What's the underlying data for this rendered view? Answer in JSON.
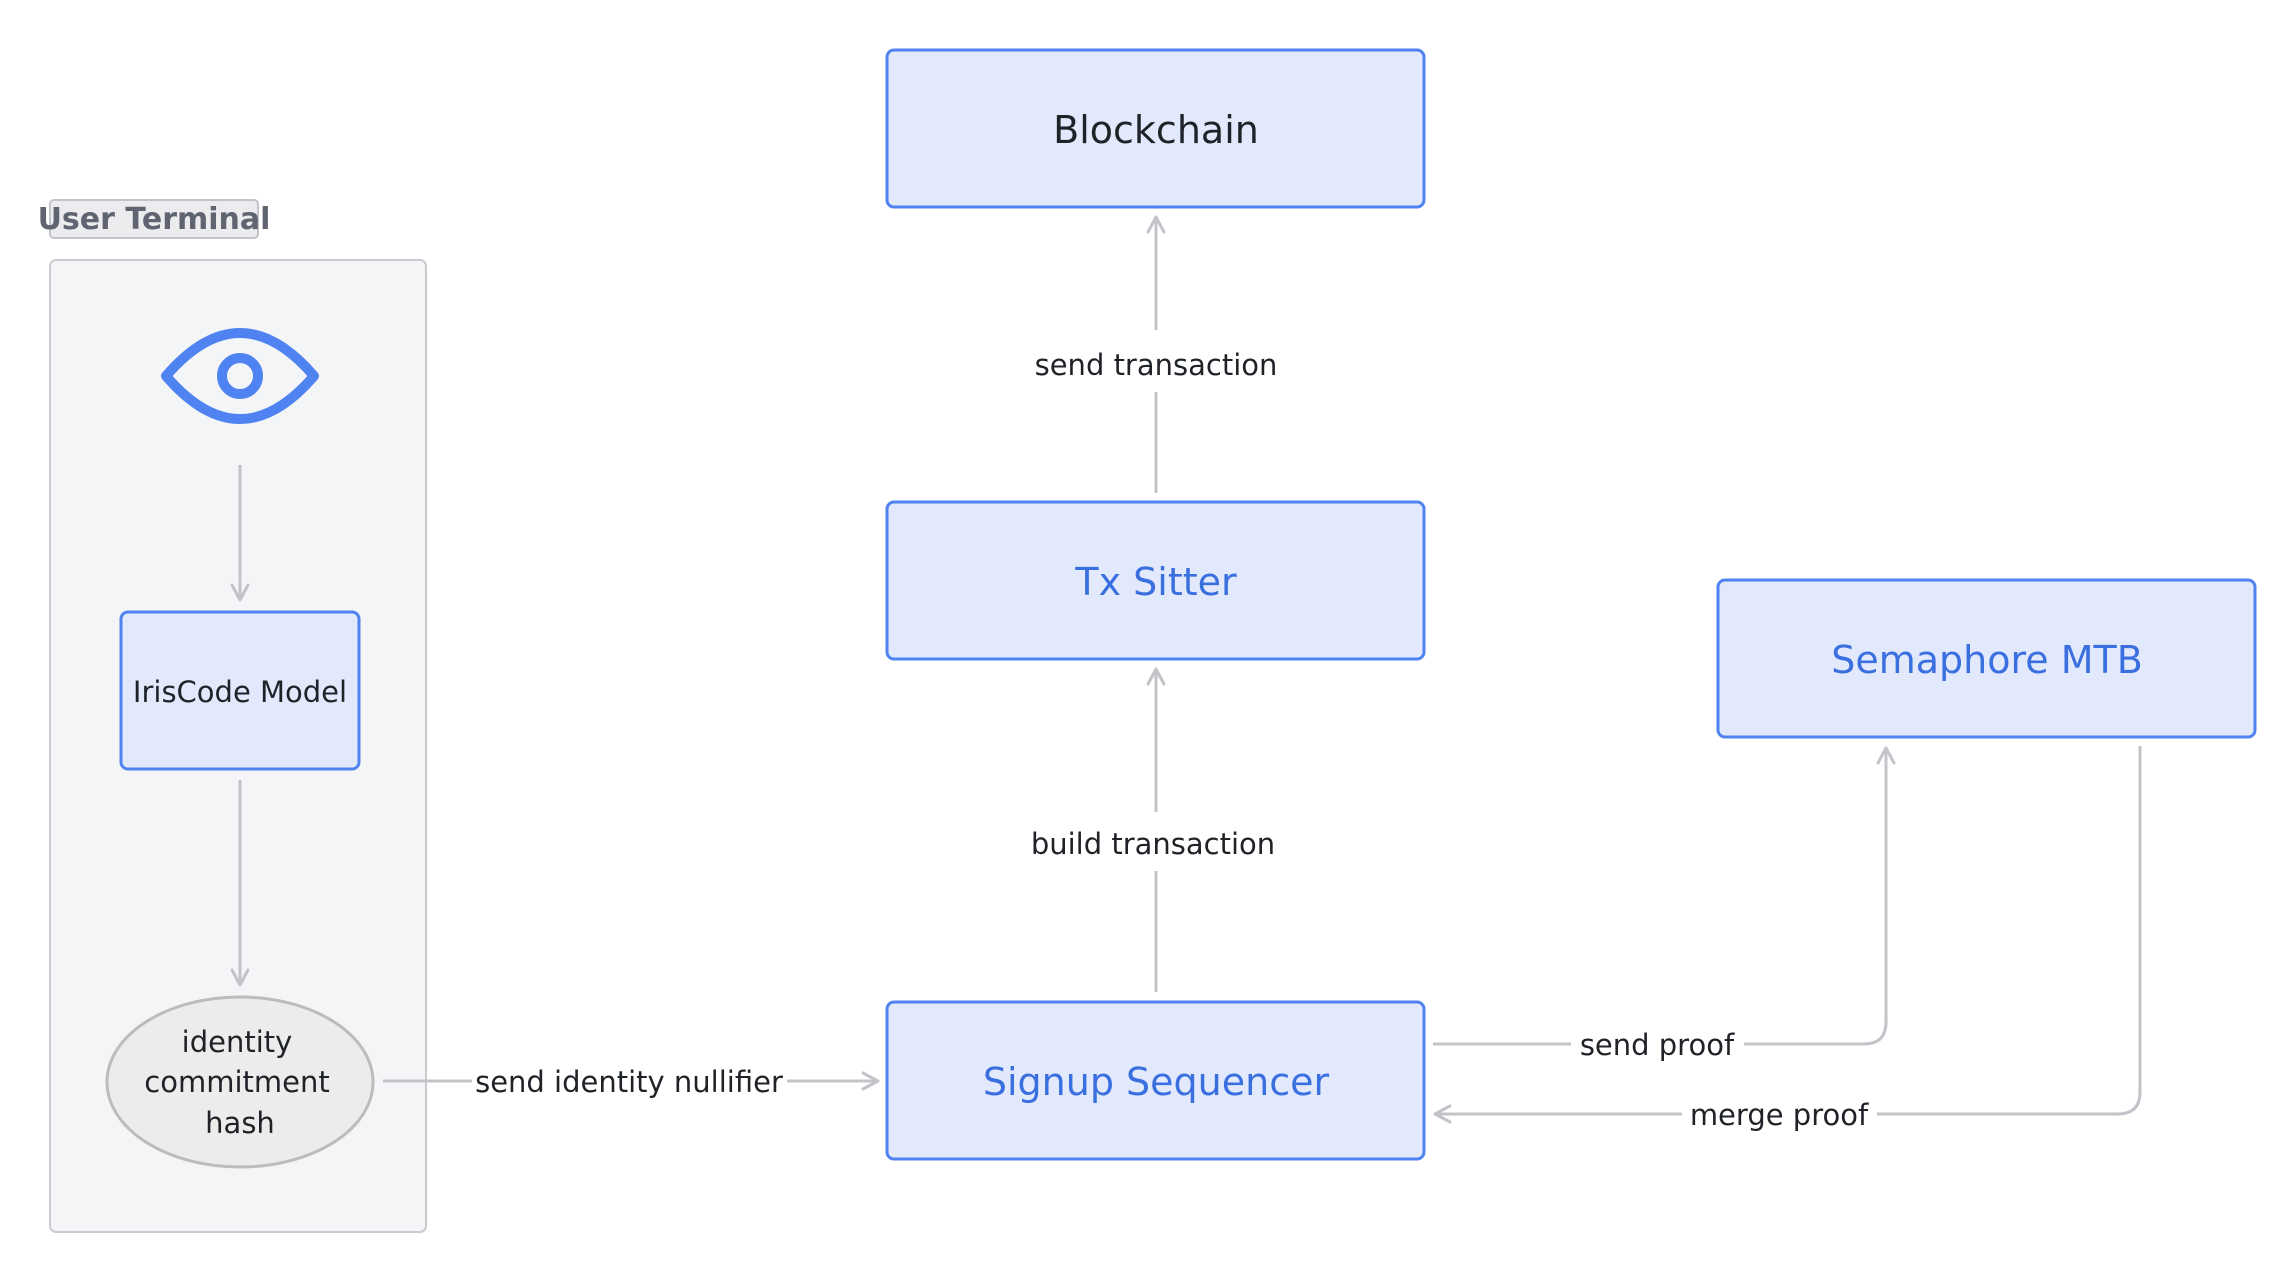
{
  "colors": {
    "node_fill": "#e2e9fc",
    "node_stroke": "#4f83f1",
    "link_text": "#3a6fe0",
    "edge": "#c2c4c9",
    "group_fill": "#f4f5f7",
    "group_stroke": "#c9cbd0",
    "ellipse_fill": "#ececec",
    "ellipse_stroke": "#bcbcbc"
  },
  "group": {
    "label": "User Terminal"
  },
  "nodes": {
    "eye": {
      "icon": "eye-icon"
    },
    "iriscode": {
      "label": "IrisCode Model"
    },
    "identity": {
      "line1": "identity",
      "line2": "commitment",
      "line3": "hash"
    },
    "blockchain": {
      "label": "Blockchain"
    },
    "txsitter": {
      "label": "Tx Sitter"
    },
    "sequencer": {
      "label": "Signup Sequencer"
    },
    "semaphore": {
      "label": "Semaphore MTB"
    }
  },
  "edges": {
    "send_transaction": "send transaction",
    "build_transaction": "build transaction",
    "send_identity_nullifier": "send identity nullifier",
    "send_proof": "send proof",
    "merge_proof": "merge proof"
  }
}
